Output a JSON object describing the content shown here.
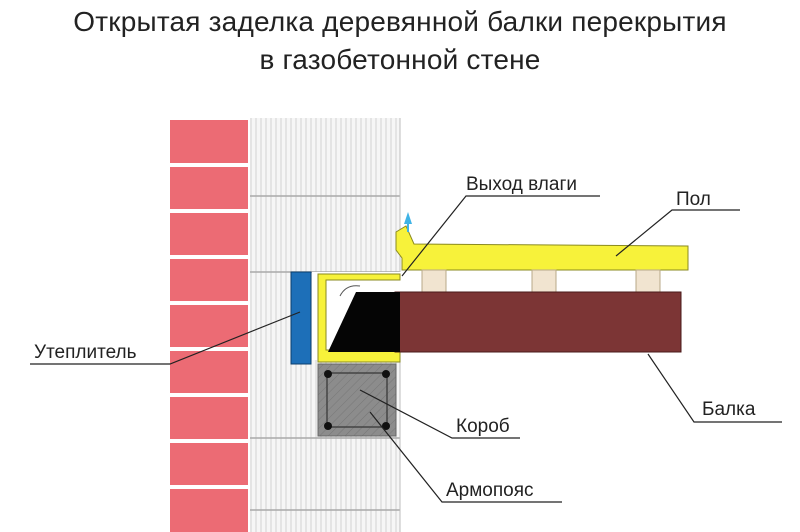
{
  "title": {
    "line1": "Открытая заделка деревянной балки перекрытия",
    "line2": "в газобетонной стене"
  },
  "labels": {
    "moisture_exit": "Выход влаги",
    "floor": "Пол",
    "insulation": "Утеплитель",
    "beam": "Балка",
    "box": "Короб",
    "reinforced_belt": "Армопояс"
  },
  "colors": {
    "brick": "#ec6b74",
    "mortar": "#ffffff",
    "aerated_concrete": "#f4f4f4",
    "floor_board": "#f7f23a",
    "joist_pads": "#f1e4d0",
    "beam": "#7c3535",
    "beam_end": "#050505",
    "insulation": "#1d6fb8",
    "reinforced_belt": "#8a8a8a",
    "moisture_arrow": "#3fb3e6"
  }
}
